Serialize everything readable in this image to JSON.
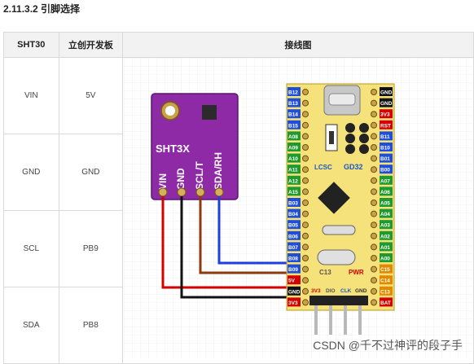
{
  "heading": "2.11.3.2 引脚选择",
  "table": {
    "headers": [
      "SHT30",
      "立创开发板",
      "接线图"
    ],
    "rows": [
      {
        "sensor_pin": "VIN",
        "board_pin": "5V"
      },
      {
        "sensor_pin": "GND",
        "board_pin": "GND"
      },
      {
        "sensor_pin": "SCL",
        "board_pin": "PB9"
      },
      {
        "sensor_pin": "SDA",
        "board_pin": "PB8"
      }
    ]
  },
  "diagram": {
    "sensor_label": "SHT3X",
    "sensor_pins": [
      "VIN",
      "GND",
      "SCL/T",
      "SDA/RH"
    ],
    "board_left_pins": [
      "B12",
      "B13",
      "B14",
      "B15",
      "A08",
      "A09",
      "A10",
      "A11",
      "A12",
      "A15",
      "B03",
      "B04",
      "B05",
      "B06",
      "B07",
      "B08",
      "B09",
      "5V",
      "GND",
      "3V3"
    ],
    "board_right_pins": [
      "GND",
      "GND",
      "3V3",
      "RST",
      "B11",
      "B10",
      "B01",
      "B00",
      "A07",
      "A06",
      "A05",
      "A04",
      "A03",
      "A02",
      "A01",
      "A00",
      "C15",
      "C14",
      "C13",
      "BAT"
    ],
    "board_brand": "LCSC",
    "board_model": "GD32",
    "board_led_labels": [
      "C13",
      "PWR"
    ],
    "board_debug_labels": [
      "3V3",
      "DIO",
      "CLK",
      "GND"
    ],
    "wire_colors": {
      "vin": "#d40000",
      "gnd": "#111111",
      "scl": "#8b3a0e",
      "sda": "#1f3fe0"
    }
  },
  "watermark": "CSDN @千不过神评的段子手"
}
